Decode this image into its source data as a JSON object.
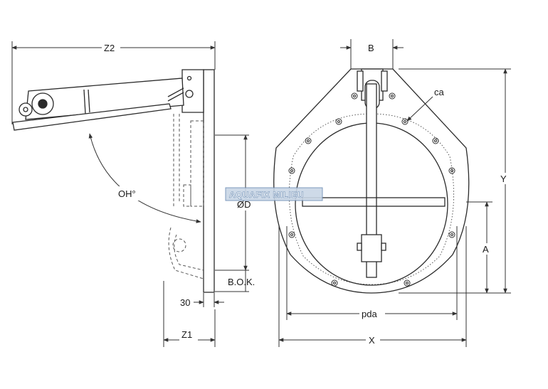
{
  "labels": {
    "z2": "Z2",
    "b": "B",
    "ca": "ca",
    "oh": "OH°",
    "od": "ØD",
    "y": "Y",
    "a": "A",
    "bok": "B.O.K.",
    "thirty": "30",
    "pda": "pda",
    "z1": "Z1",
    "x": "X"
  },
  "watermark": "AQUAFIX MILIEU",
  "colors": {
    "line": "#2b2b2b",
    "dim": "#333333",
    "hidden": "#555555",
    "watermark_fill": "#c9d6e6",
    "watermark_stroke": "#6f8fb5",
    "watermark_text": "#ffffff"
  }
}
